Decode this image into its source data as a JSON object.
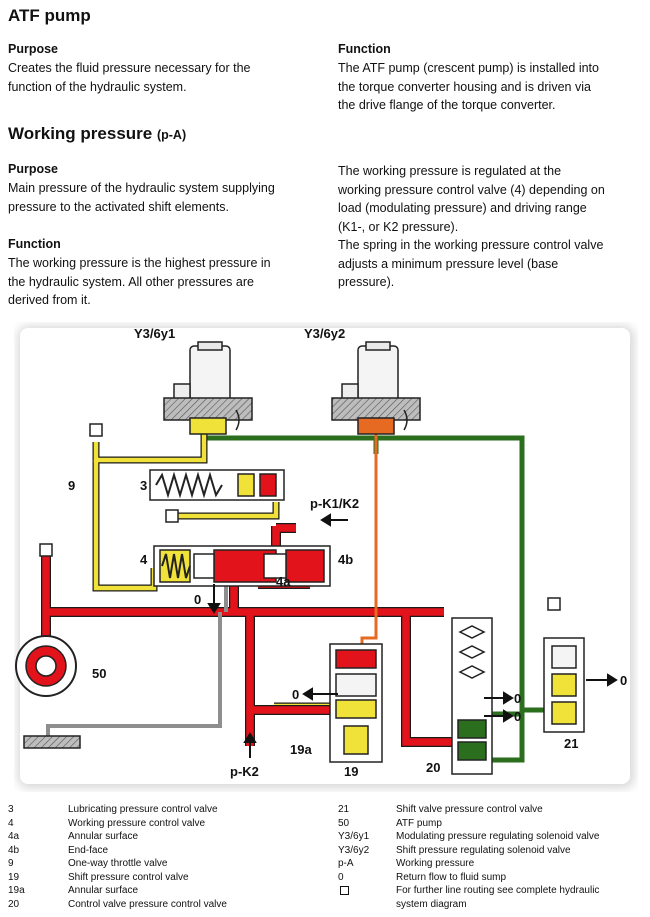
{
  "atf_pump": {
    "title": "ATF pump",
    "purpose_heading": "Purpose",
    "purpose_lines": [
      "Creates the fluid pressure necessary for the",
      "function of the hydraulic system."
    ],
    "function_heading": "Function",
    "function_lines": [
      "The ATF pump (crescent pump) is installed into",
      "the torque converter housing and is driven via",
      "the drive flange of the torque converter."
    ]
  },
  "working_pressure": {
    "title": "Working pressure",
    "title_suffix": "(p-A)",
    "purpose_heading": "Purpose",
    "purpose_lines": [
      "Main pressure of the hydraulic system supplying",
      "pressure to the activated shift elements."
    ],
    "function_heading": "Function",
    "function_lines": [
      "The working pressure is the highest pressure in",
      "the hydraulic system. All other pressures are",
      "derived from it."
    ],
    "right_lines": [
      "The working pressure is regulated at the",
      "working pressure control valve (4) depending on",
      "load (modulating pressure) and driving range",
      "(K1-, or K2 pressure).",
      "The spring in the working pressure control valve",
      "adjusts a minimum pressure level (base",
      "pressure)."
    ]
  },
  "diagram": {
    "labels": {
      "y1": "Y3/6y1",
      "y2": "Y3/6y2",
      "n9": "9",
      "n3": "3",
      "n4": "4",
      "n4a": "4a",
      "n4b": "4b",
      "pk1": "p-K1/K2",
      "zero_a": "0",
      "n50": "50",
      "zero_b": "0",
      "zero_c": "0",
      "zero_d": "0",
      "zero_e": "0",
      "n19a": "19a",
      "pk2": "p-K2",
      "n19": "19",
      "n20": "20",
      "n21": "21"
    },
    "colors": {
      "red": "#e3131b",
      "green": "#2a6e1e",
      "yellow": "#f1e23a",
      "gray": "#b9b9b9",
      "orange": "#e76a22"
    }
  },
  "legend": {
    "left": [
      {
        "code": "3",
        "text": "Lubricating pressure control valve"
      },
      {
        "code": "4",
        "text": "Working pressure control valve"
      },
      {
        "code": "4a",
        "text": "Annular surface"
      },
      {
        "code": "4b",
        "text": "End-face"
      },
      {
        "code": "9",
        "text": "One-way throttle valve"
      },
      {
        "code": "19",
        "text": "Shift pressure control valve"
      },
      {
        "code": "19a",
        "text": "Annular surface"
      },
      {
        "code": "20",
        "text": "Control valve pressure control valve"
      }
    ],
    "right": [
      {
        "code": "21",
        "text": "Shift valve pressure control valve"
      },
      {
        "code": "50",
        "text": "ATF pump"
      },
      {
        "code": "Y3/6y1",
        "text": "Modulating pressure regulating solenoid valve"
      },
      {
        "code": "Y3/6y2",
        "text": "Shift pressure regulating solenoid valve"
      },
      {
        "code": "p-A",
        "text": "Working pressure"
      },
      {
        "code": "0",
        "text": "Return flow to fluid sump"
      },
      {
        "code": "",
        "text": "For further line routing see complete hydraulic"
      },
      {
        "code": "",
        "text": "system diagram"
      }
    ]
  }
}
